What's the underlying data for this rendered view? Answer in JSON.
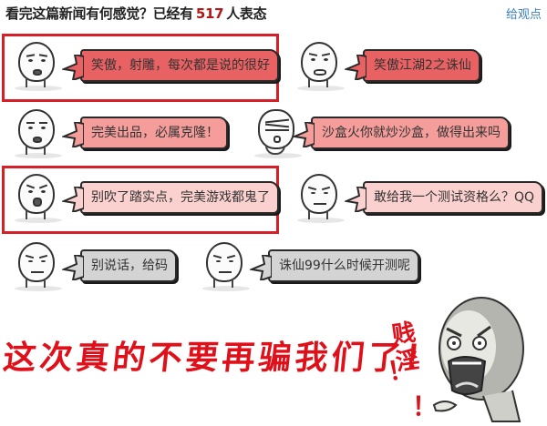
{
  "header": {
    "title_prefix": "看完这篇新闻有何感觉？已经有",
    "count": "517",
    "title_suffix": "人表态",
    "link": "给观点"
  },
  "reactions": [
    {
      "text": "笑傲，射雕，每次都是说的很好",
      "color": "red",
      "highlighted": true
    },
    {
      "text": "笑傲江湖2之诛仙",
      "color": "red",
      "highlighted": false
    },
    {
      "text": "完美出品，必属克隆！",
      "color": "pink",
      "highlighted": false
    },
    {
      "text": "沙盒火你就炒沙盒，做得出来吗",
      "color": "pink",
      "highlighted": false
    },
    {
      "text": "别吹了踏实点，完美游戏都鬼了",
      "color": "lightpink",
      "highlighted": true
    },
    {
      "text": "敢给我一个测试资格么？QQ",
      "color": "lightpink",
      "highlighted": false
    },
    {
      "text": "别说话，给码",
      "color": "grey",
      "highlighted": false
    },
    {
      "text": "诛仙99什么时候开测呢",
      "color": "grey",
      "highlighted": false
    }
  ],
  "footer": {
    "slogan": "这次真的不要再骗我们了！",
    "rage_text": "贱淫",
    "exclaim": "！"
  },
  "colors": {
    "highlight_border": "#d62028",
    "count": "#b01818",
    "link": "#3b7fc4",
    "slogan": "#e0101a"
  }
}
